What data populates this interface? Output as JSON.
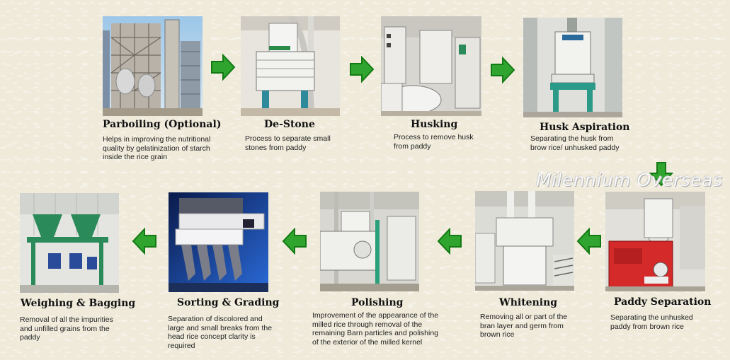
{
  "watermark": "Milennium Overseas",
  "steps": [
    {
      "title": "Parboiling (Optional)",
      "desc": "Helps in improving the nutritional quality by gelatinization of starch inside the rice grain",
      "icon": "parboiling-tower-photo"
    },
    {
      "title": "De-Stone",
      "desc": "Process to separate small stones from paddy",
      "icon": "destoner-machine-photo"
    },
    {
      "title": "Husking",
      "desc": "Process to remove husk from paddy",
      "icon": "husker-machine-photo"
    },
    {
      "title": "Husk Aspiration",
      "desc": "Separating the husk from brow rice/ unhusked paddy",
      "icon": "husk-aspirator-photo"
    },
    {
      "title": "Paddy Separation",
      "desc": "Separating the unhusked paddy from brown rice",
      "icon": "paddy-separator-photo"
    },
    {
      "title": "Whitening",
      "desc": "Removing all or part of the bran layer and germ from brown rice",
      "icon": "whitener-machine-photo"
    },
    {
      "title": "Polishing",
      "desc": "Improvement of the appearance of the milled rice through removal of the remaining Barn particles and polishing of the exterior of the milled kernel",
      "icon": "polisher-machine-photo"
    },
    {
      "title": "Sorting & Grading",
      "desc": "Separation of discolored and large and small breaks from the head rice concept clarity is required",
      "icon": "color-sorter-photo"
    },
    {
      "title": "Weighing & Bagging",
      "desc": "Removal of all the impurities and unfilled grains from the paddy",
      "icon": "bagging-machine-photo"
    }
  ],
  "colors": {
    "arrow": "#2fa52f",
    "arrow_dark": "#137a13",
    "text": "#111111"
  }
}
